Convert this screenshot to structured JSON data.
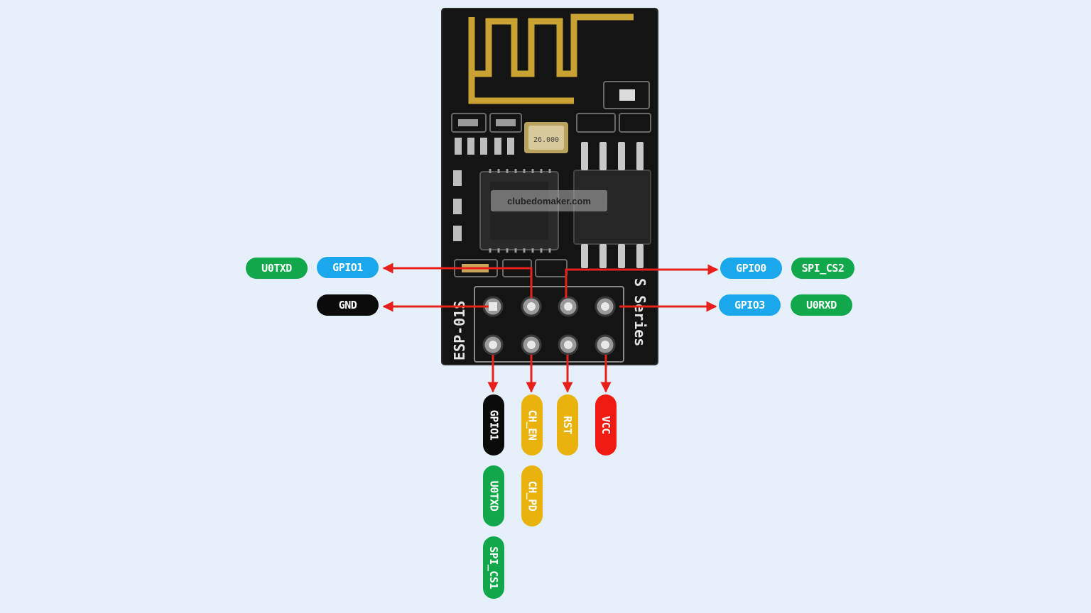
{
  "board": {
    "side_label_left": "ESP-01S",
    "side_label_right": "S Series",
    "crystal_label": "26.000",
    "watermark": "clubedomaker.com"
  },
  "colors": {
    "background": "#e6f0fb",
    "pcb": "#141414",
    "antenna": "#c9a233",
    "arrow": "#e8201c",
    "blue": "#1aa7ec",
    "green": "#10a84a",
    "black": "#0b0b0b",
    "yellow": "#e9b20c",
    "red": "#ef1a12"
  },
  "labels": {
    "left_top": [
      {
        "text": "U0TXD",
        "color": "green"
      },
      {
        "text": "GPIO1",
        "color": "blue"
      }
    ],
    "left_mid": [
      {
        "text": "GND",
        "color": "black"
      }
    ],
    "right_top": [
      {
        "text": "GPIO0",
        "color": "blue"
      },
      {
        "text": "SPI_CS2",
        "color": "green"
      }
    ],
    "right_mid": [
      {
        "text": "GPIO3",
        "color": "blue"
      },
      {
        "text": "U0RXD",
        "color": "green"
      }
    ],
    "bottom_col1": [
      {
        "text": "GPIO1",
        "color": "black"
      },
      {
        "text": "U0TXD",
        "color": "green"
      },
      {
        "text": "SPI_CS1",
        "color": "green"
      }
    ],
    "bottom_col2": [
      {
        "text": "CH_EN",
        "color": "yellow"
      },
      {
        "text": "CH_PD",
        "color": "yellow"
      }
    ],
    "bottom_col3": [
      {
        "text": "RST",
        "color": "yellow"
      }
    ],
    "bottom_col4": [
      {
        "text": "VCC",
        "color": "red"
      }
    ]
  }
}
